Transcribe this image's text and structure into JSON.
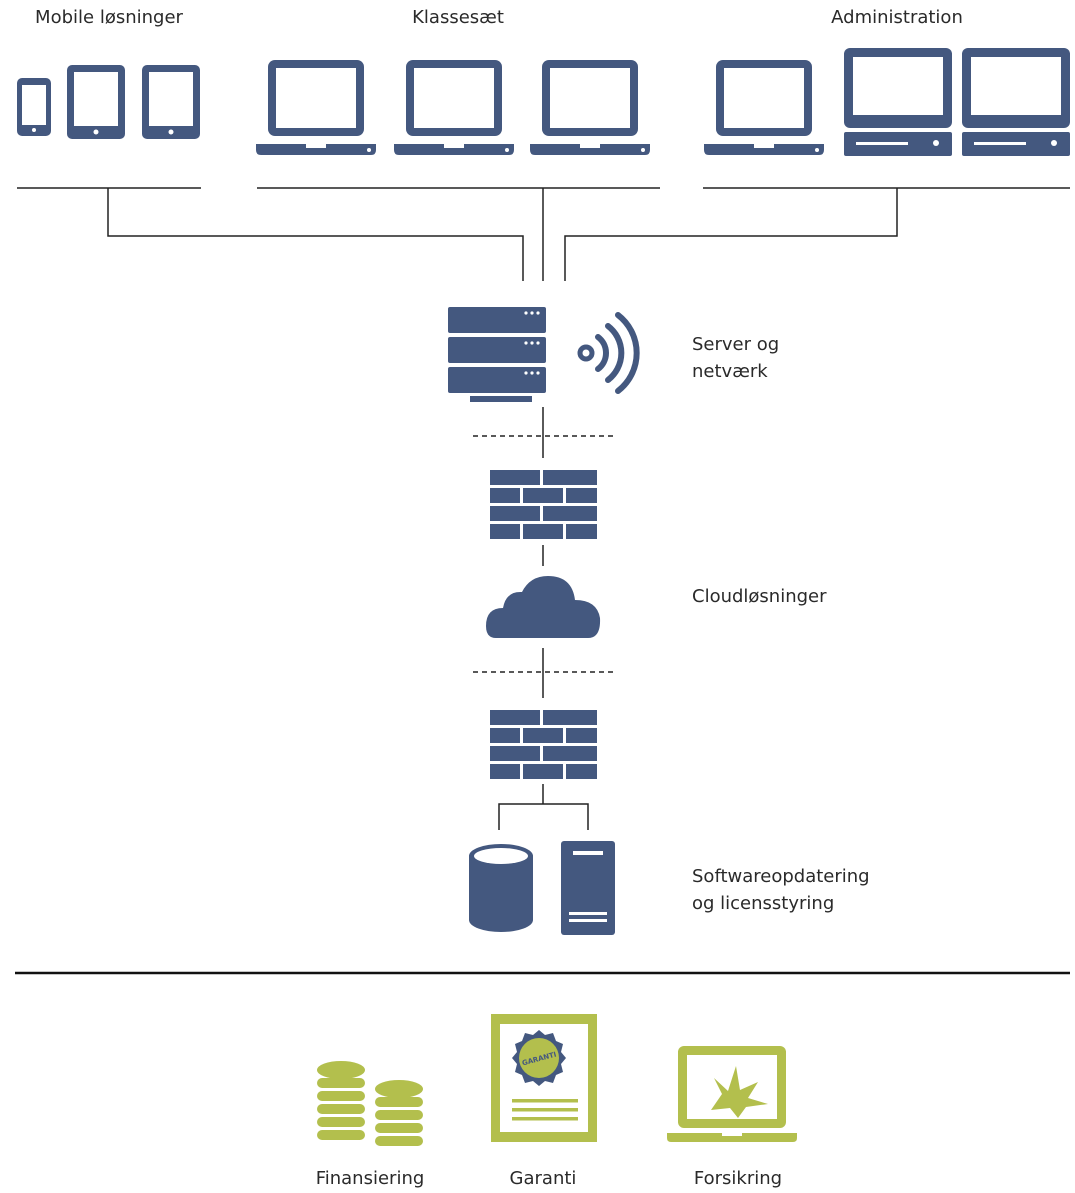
{
  "groups": {
    "mobile": "Mobile løsninger",
    "classroom": "Klassesæt",
    "admin": "Administration"
  },
  "tiers": {
    "server_line1": "Server og",
    "server_line2": "netværk",
    "cloud": "Cloudløsninger",
    "software_line1": "Softwareopdatering",
    "software_line2": "og licensstyring"
  },
  "services": {
    "financing": "Finansiering",
    "warranty": "Garanti",
    "warranty_seal": "GARANTI",
    "insurance": "Forsikring"
  },
  "colors": {
    "navy": "#44587f",
    "green": "#b3bf4d",
    "line": "#222222"
  }
}
